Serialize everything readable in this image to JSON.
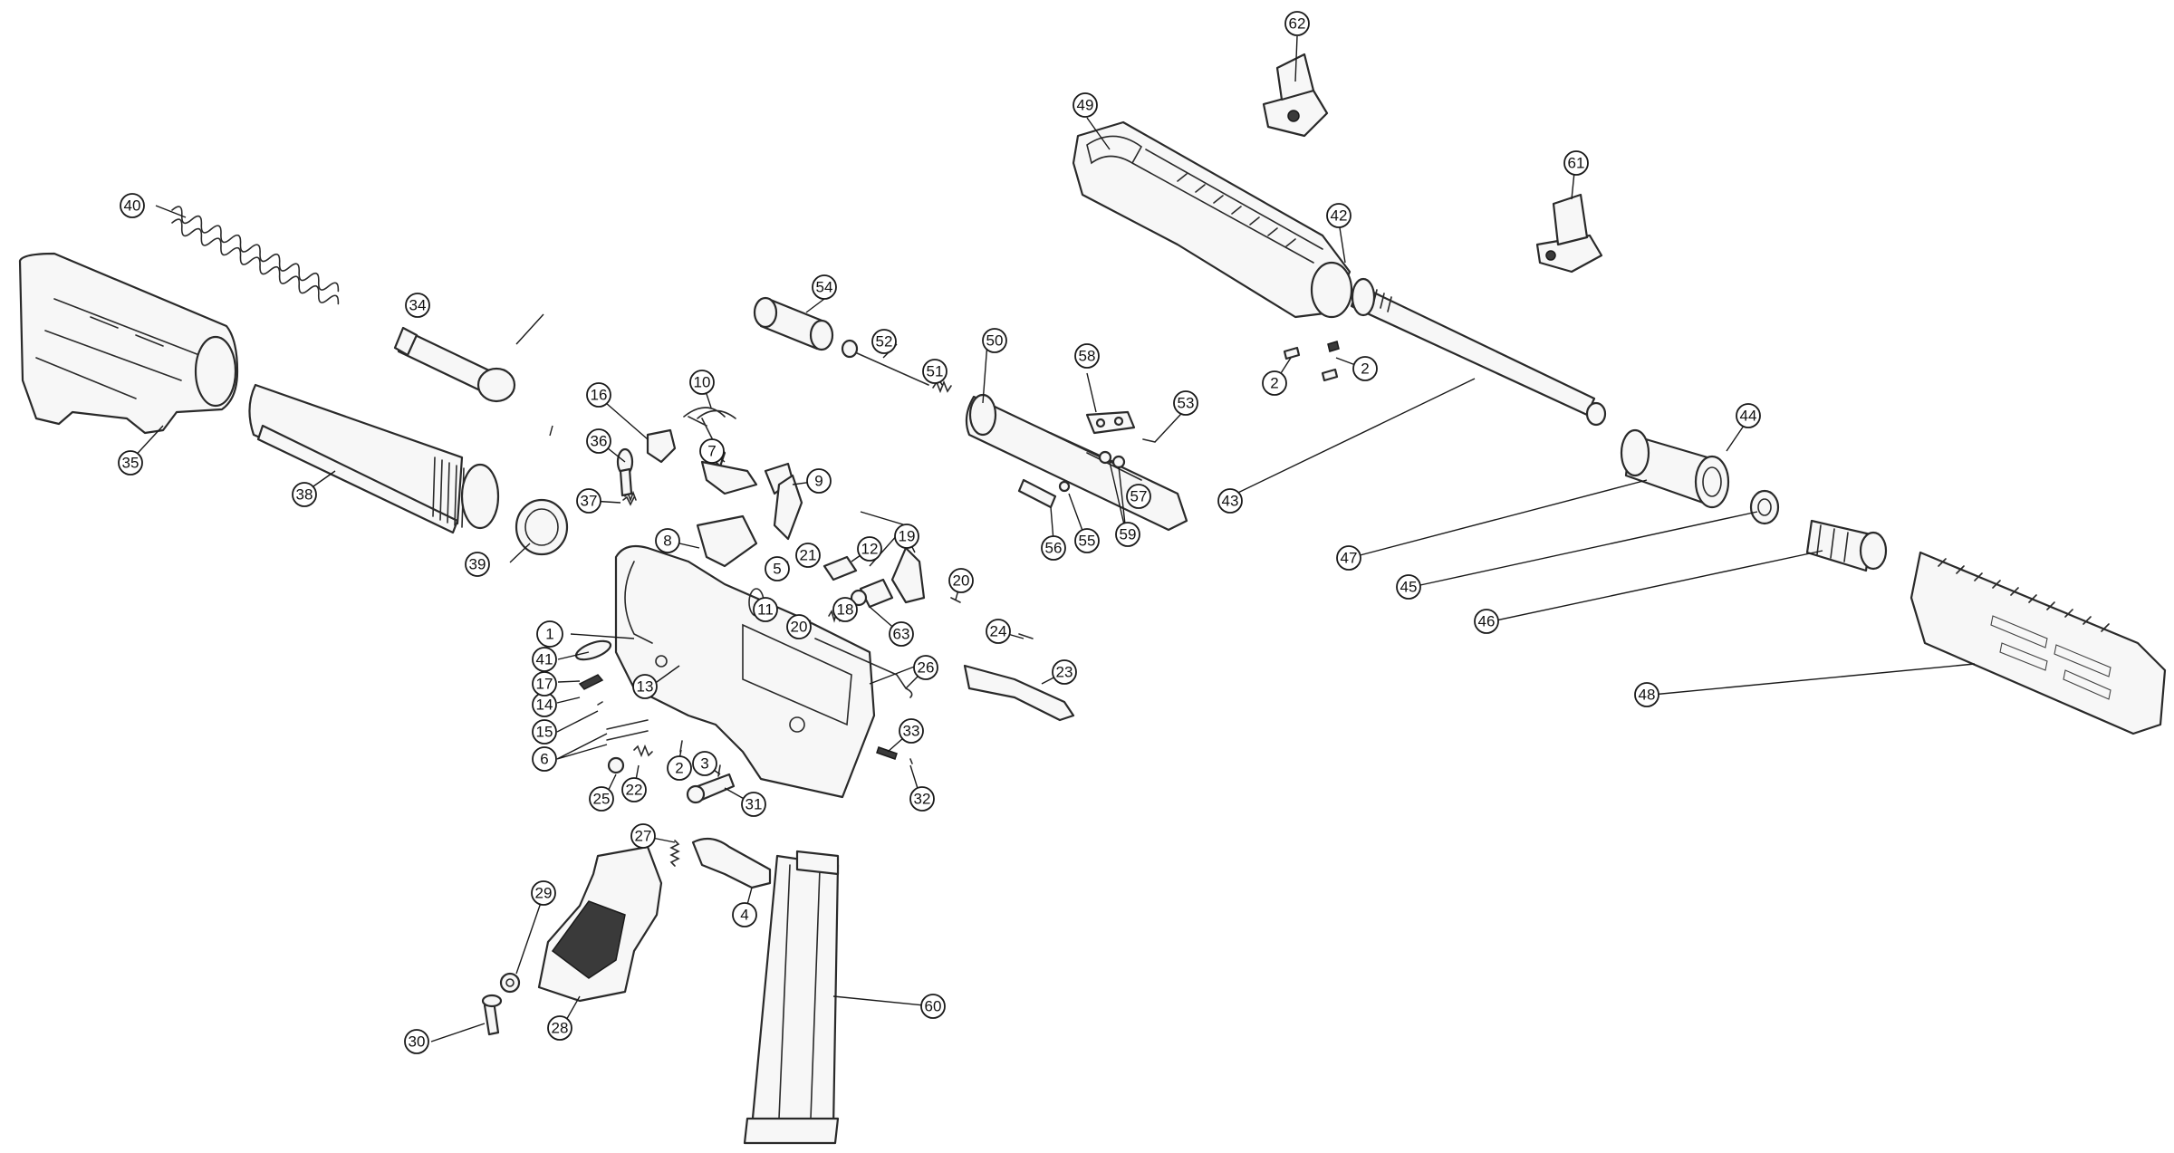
{
  "diagram": {
    "callouts": [
      "1",
      "2",
      "2",
      "2",
      "3",
      "4",
      "5",
      "6",
      "7",
      "8",
      "9",
      "10",
      "11",
      "12",
      "13",
      "14",
      "15",
      "16",
      "17",
      "18",
      "19",
      "20",
      "20",
      "21",
      "22",
      "23",
      "24",
      "25",
      "26",
      "27",
      "28",
      "29",
      "30",
      "31",
      "32",
      "33",
      "34",
      "35",
      "36",
      "37",
      "38",
      "39",
      "40",
      "41",
      "42",
      "43",
      "44",
      "45",
      "46",
      "47",
      "48",
      "49",
      "50",
      "51",
      "52",
      "53",
      "54",
      "55",
      "56",
      "57",
      "58",
      "59",
      "60",
      "61",
      "62",
      "63"
    ]
  }
}
